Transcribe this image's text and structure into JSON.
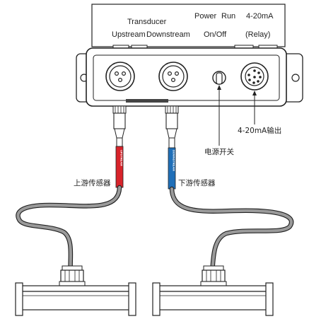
{
  "panel": {
    "transducer": "Transducer",
    "power": "Power",
    "run": "Run",
    "current_loop": "4-20mA",
    "upstream": "Upstream",
    "downstream": "Downstream",
    "on_off": "On/Off",
    "relay": "(Relay)"
  },
  "callouts": {
    "upstream_sensor": "上游传感器",
    "downstream_sensor": "下游传感器",
    "power_switch": "电源开关",
    "output_4_20": "4-20mA输出"
  },
  "cable_tags": {
    "upstream": "UPSTREAM",
    "downstream": "DOWNSTREAM"
  },
  "colors": {
    "upstream_tag": "#d8232a",
    "downstream_tag": "#1f6fb8",
    "cable": "#9a9a9a",
    "outline": "#222222"
  }
}
